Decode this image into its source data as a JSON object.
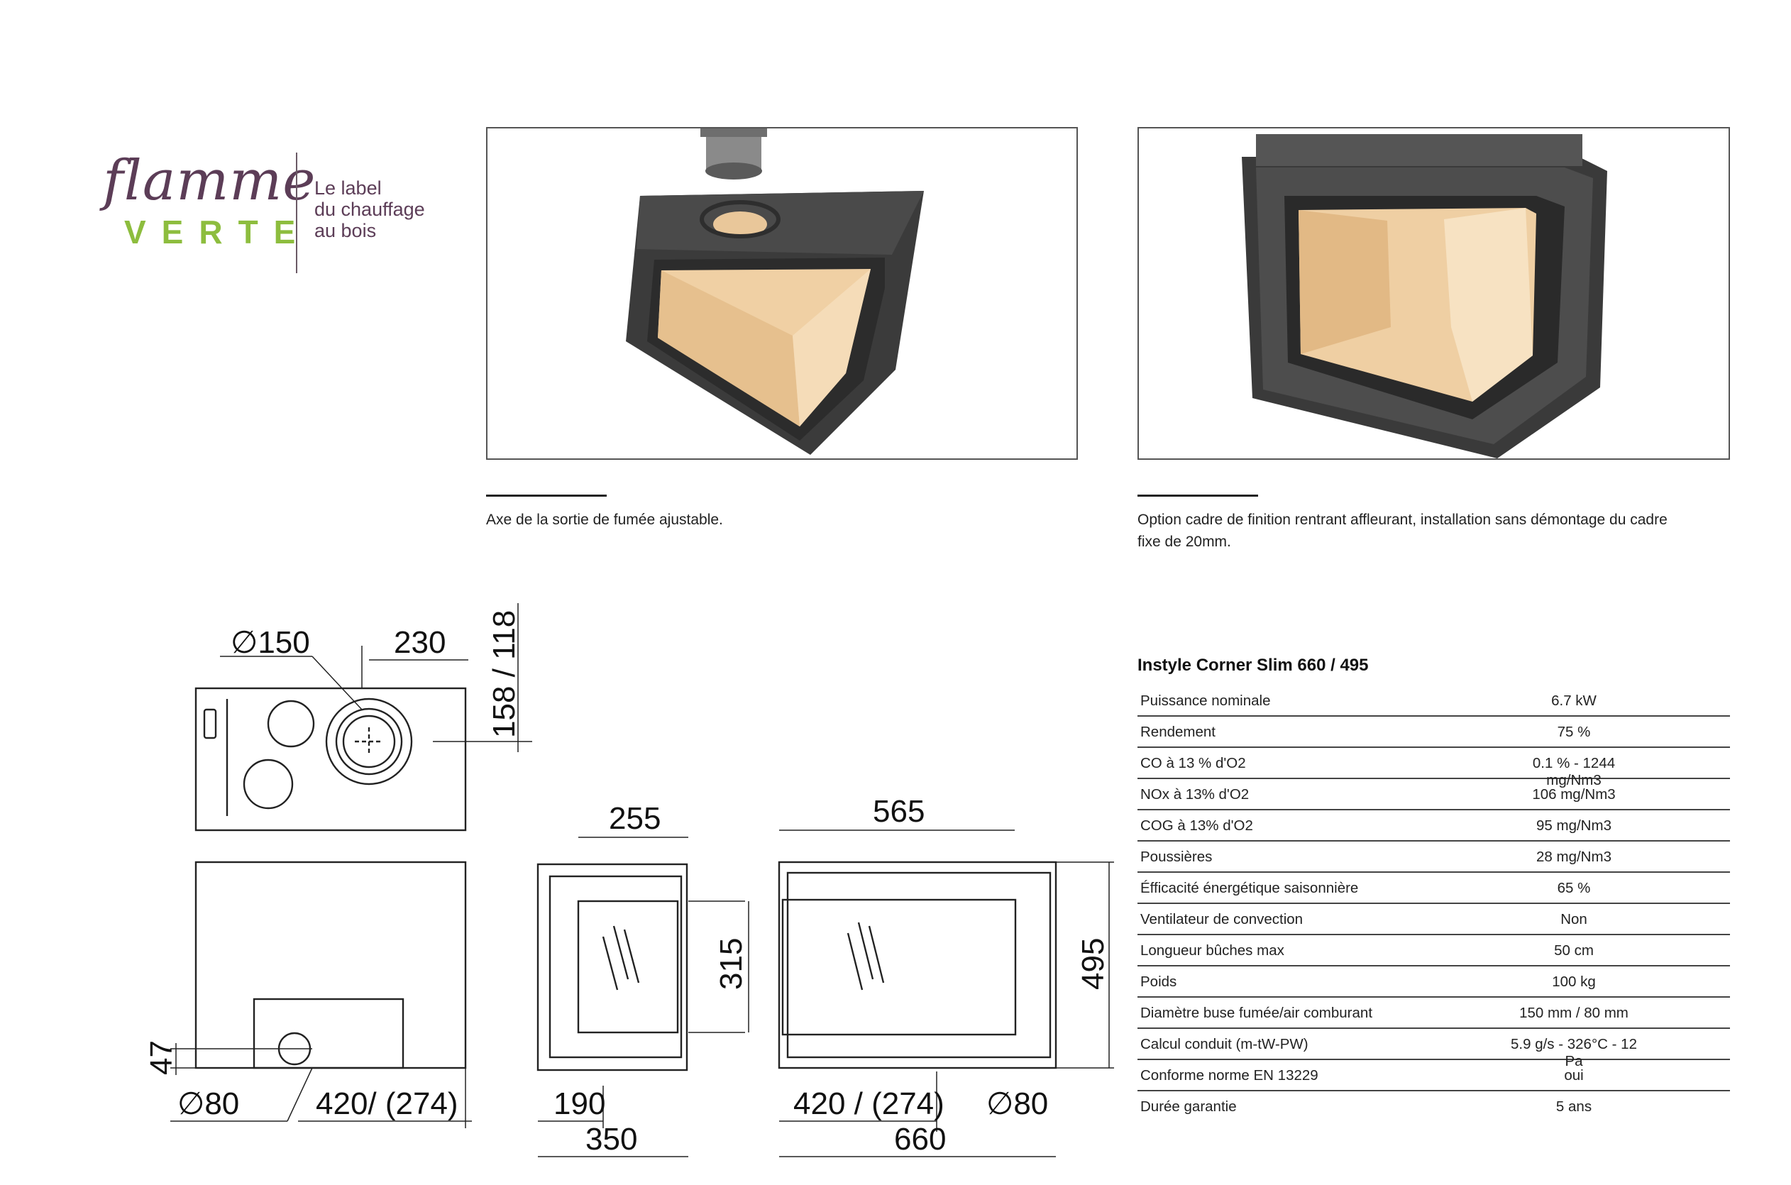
{
  "logo": {
    "script": "flamme",
    "word": "VERTE",
    "tagline": [
      "Le label",
      "du chauffage",
      "au bois"
    ]
  },
  "captions": {
    "left": "Axe de la sortie de fumée ajustable.",
    "right_line1": "Option cadre de finition rentrant affleurant, installation sans démontage du cadre",
    "right_line2": "fixe de 20mm."
  },
  "specs": {
    "title": "Instyle Corner Slim 660 / 495",
    "rows": [
      {
        "label": "Puissance nominale",
        "value": "6.7 kW"
      },
      {
        "label": "Rendement",
        "value": "75 %"
      },
      {
        "label": "CO à 13 % d'O2",
        "value": "0.1 % - 1244 mg/Nm3"
      },
      {
        "label": "NOx à 13% d'O2",
        "value": "106 mg/Nm3"
      },
      {
        "label": "COG à 13% d'O2",
        "value": "95 mg/Nm3"
      },
      {
        "label": "Poussières",
        "value": "28 mg/Nm3"
      },
      {
        "label": "Éfficacité énergétique saisonnière",
        "value": "65 %"
      },
      {
        "label": "Ventilateur de convection",
        "value": "Non"
      },
      {
        "label": "Longueur bûches max",
        "value": "50 cm"
      },
      {
        "label": "Poids",
        "value": "100 kg"
      },
      {
        "label": "Diamètre buse fumée/air comburant",
        "value": "150 mm / 80 mm"
      },
      {
        "label": "Calcul conduit (m-tW-PW)",
        "value": "5.9 g/s - 326°C - 12 Pa"
      },
      {
        "label": "Conforme norme EN 13229",
        "value": "oui"
      },
      {
        "label": "Durée garantie",
        "value": "5 ans"
      }
    ]
  },
  "dimensions": {
    "d150": "∅150",
    "d230": "230",
    "d158": "158 / 118",
    "d47": "47",
    "d80a": "∅80",
    "d420a": "420/ (274)",
    "d255": "255",
    "d315": "315",
    "d190": "190",
    "d350": "350",
    "d565": "565",
    "d495": "495",
    "d420b": "420 / (274)",
    "d80b": "∅80",
    "d660": "660"
  }
}
